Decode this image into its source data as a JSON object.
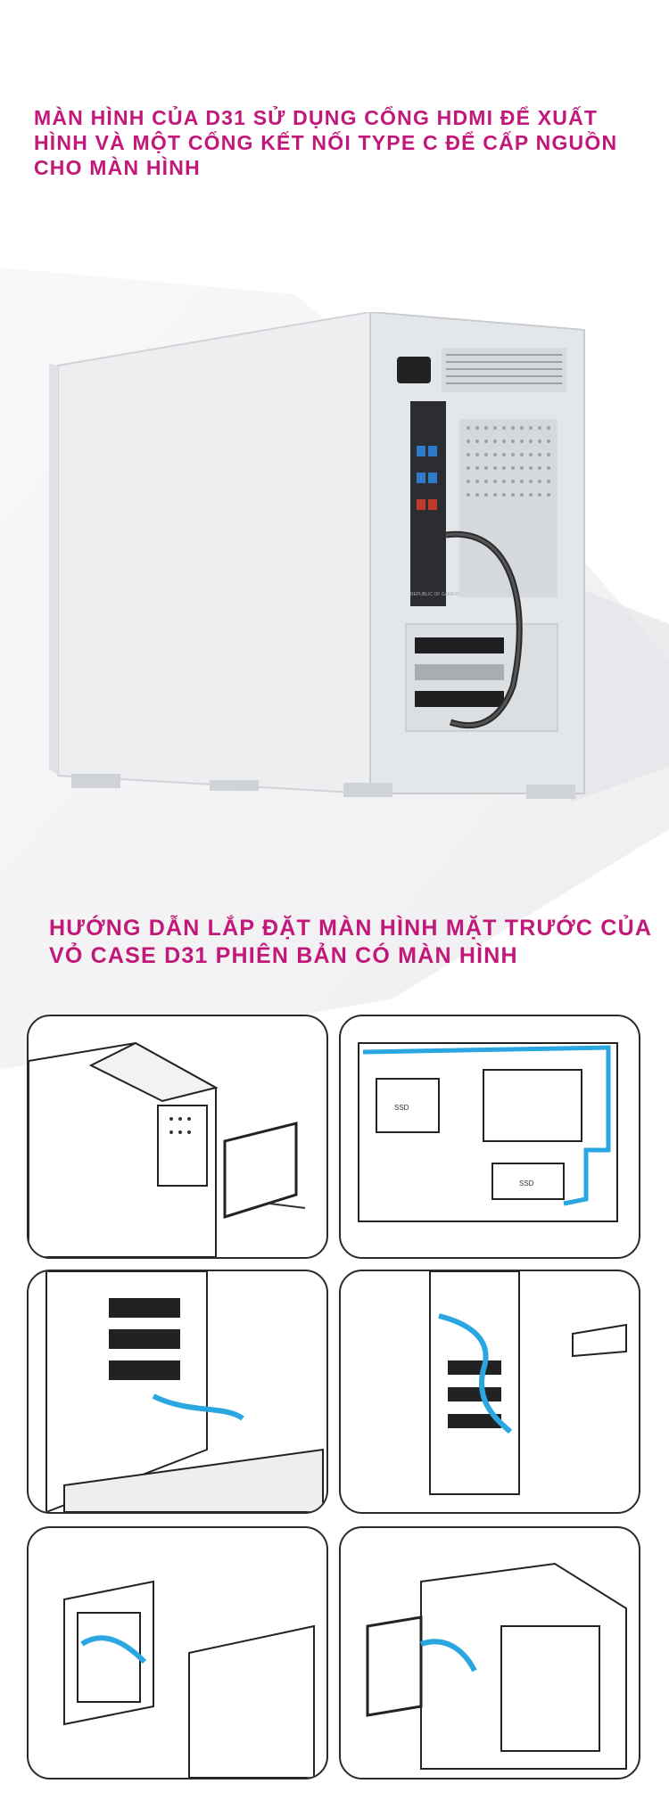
{
  "sections": {
    "intro": {
      "text": "Màn hình của D31 sử dụng cổng HDMI để xuất hình và một cổng kết nối Type C để cấp nguồn cho màn hình"
    },
    "guide": {
      "title": "Hướng dẫn lắp đặt màn hình mặt trước của vỏ case D31 phiên bản có màn hình"
    }
  },
  "photo": {
    "motherboard_text": "REPUBLIC OF GAMERS"
  },
  "steps": [
    {
      "ssd_label_1": "SSD",
      "ssd_label_2": "SSD"
    }
  ],
  "colors": {
    "accent": "#c2187a",
    "cable_blue": "#2aa6e0",
    "case_white": "#eceef0",
    "line": "#2a2a2a"
  }
}
